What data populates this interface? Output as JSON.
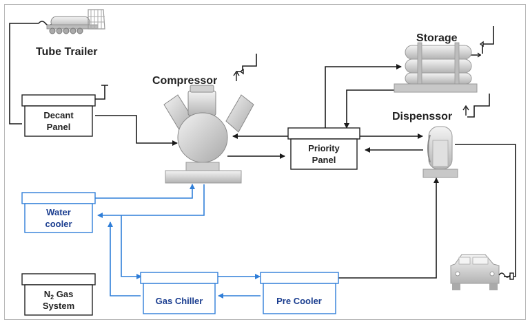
{
  "labels": {
    "tube_trailer": "Tube Trailer",
    "compressor": "Compressor",
    "storage": "Storage",
    "dispenssor": "Dispenssor",
    "decant_panel_line1": "Decant",
    "decant_panel_line2": "Panel",
    "priority_panel_line1": "Priority",
    "priority_panel_line2": "Panel",
    "water_cooler_line1": "Water",
    "water_cooler_line2": "cooler",
    "n2_line1_main": "N",
    "n2_line1_sub": "2",
    "n2_line1_rest": " Gas",
    "n2_line2": "System",
    "gas_chiller": "Gas Chiller",
    "pre_cooler": "Pre Cooler"
  },
  "colors": {
    "gas_line": "#1a1a1a",
    "coolant_line": "#2f7ed8",
    "coolant_text": "#1a3d8f",
    "equipment": "#d4d4d4"
  }
}
